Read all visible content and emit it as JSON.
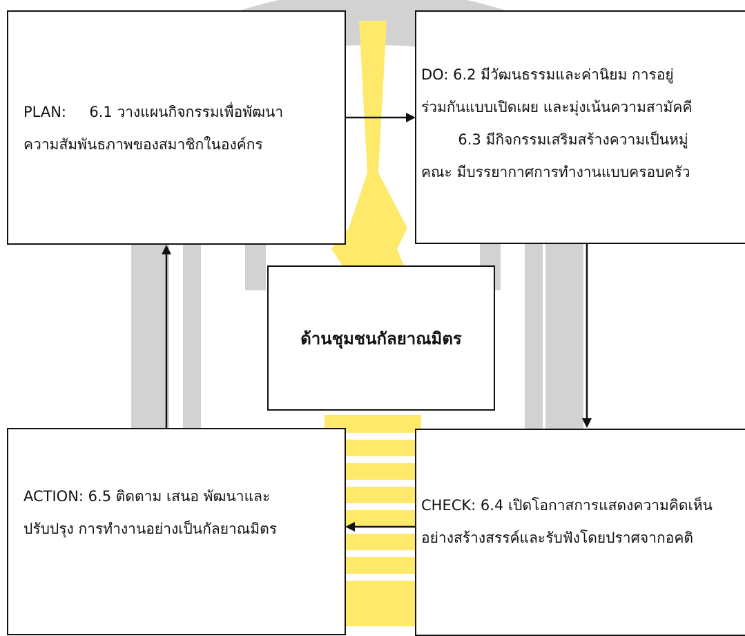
{
  "colors": {
    "watermark_gray": "#d2d2d2",
    "watermark_yellow": "#ffe96a",
    "border": "#111111",
    "text": "#111111"
  },
  "plan": {
    "line1": "PLAN:     6.1 วางแผนกิจกรรมเพื่อพัฒนา",
    "line2": "ความสัมพันธภาพของสมาชิกในองค์กร"
  },
  "do": {
    "line1": "DO: 6.2 มีวัฒนธรรมและค่านิยม การอยู่",
    "line2": "ร่วมกันแบบเปิดเผย และมุ่งเน้นความสามัคคี",
    "line3": "        6.3 มีกิจกรรมเสริมสร้างความเป็นหมู่",
    "line4": "คณะ มีบรรยากาศการทำงานแบบครอบครัว"
  },
  "center": {
    "title": "ด้านชุมชนกัลยาณมิตร"
  },
  "action": {
    "line1": "ACTION: 6.5 ติดตาม เสนอ พัฒนาและ",
    "line2": "ปรับปรุง การทำงานอย่างเป็นกัลยาณมิตร"
  },
  "check": {
    "line1": "CHECK: 6.4 เปิดโอกาสการแสดงความคิดเห็น",
    "line2": "อย่างสร้างสรรค์และรับฟังโดยปราศจากอคติ"
  }
}
